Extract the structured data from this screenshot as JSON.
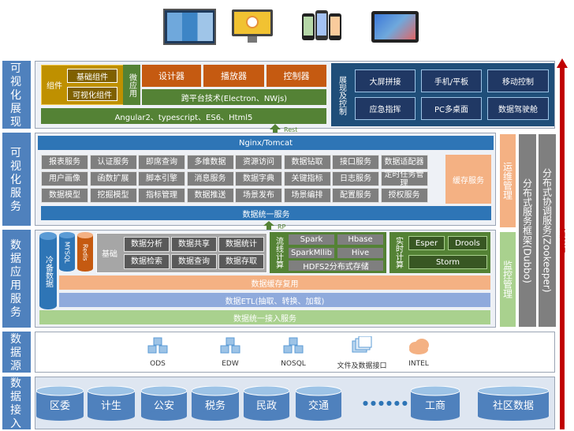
{
  "layers": {
    "visualization": "可视化展现",
    "vis_service": "可视化服务",
    "data_app": "数据应用服务",
    "data_source": "数据源",
    "data_access": "数据接入"
  },
  "top_devices": [
    "video-wall-image",
    "dashboard-monitor-image",
    "mobile-phones-image",
    "tablet-image"
  ],
  "vis": {
    "component": "组件",
    "basic_component": "基础组件",
    "vis_component": "可视化组件",
    "micro_app": "微应用",
    "designer": "设计器",
    "player": "播放器",
    "controller": "控制器",
    "cross_platform": "跨平台技术(Electron、NWjs)",
    "frameworks": "Angular2、typescript、ES6、Html5",
    "display_control": "展现及控制",
    "big_screen": "大屏拼接",
    "phone_tablet": "手机/平板",
    "mobile_control": "移动控制",
    "emergency": "应急指挥",
    "pc_multi": "PC多桌面",
    "cockpit": "数据驾驶舱",
    "rest": "Rest"
  },
  "service": {
    "nginx": "Nginx/Tomcat",
    "grid": [
      [
        "报表服务",
        "认证服务",
        "即席查询",
        "多维数据",
        "资源访问",
        "数据钻取",
        "接口服务",
        "数据适配器"
      ],
      [
        "用户画像",
        "函数扩展",
        "脚本引擎",
        "消息服务",
        "数据字典",
        "关键指标",
        "日志服务",
        "定时任务管理"
      ],
      [
        "数据模型",
        "挖掘模型",
        "指标管理",
        "数据推送",
        "场景发布",
        "场景编排",
        "配置服务",
        "授权服务"
      ]
    ],
    "cache": "缓存服务",
    "unified": "数据统一服务",
    "rp": "RP"
  },
  "app": {
    "cold": "冷备数据",
    "mysql": "MYSQL",
    "redis": "Redis",
    "basic": "基础",
    "basic_items": [
      "数据分析",
      "数据共享",
      "数据统计",
      "数据检索",
      "数据查询",
      "数据存取"
    ],
    "stream": "流线计算",
    "spark": "Spark",
    "hbase": "Hbase",
    "sparkmllib": "SparkMllib",
    "hive": "Hive",
    "hdfs": "HDFS2分布式存储",
    "realtime": "实时计算",
    "esper": "Esper",
    "drools": "Drools",
    "storm": "Storm",
    "cache_reuse": "数据缓存复用",
    "etl": "数据ETL(抽取、转换、加载)",
    "unified_access": "数据统一接入服务"
  },
  "side": {
    "ops": "运维管理",
    "monitor": "监控管理",
    "dubbo": "分布式服务框架(Dubbo)",
    "zookeeper": "分布式协调服务(Zookeeper)",
    "flow": "数据流向"
  },
  "sources": [
    {
      "label": "ODS",
      "icon": "ods-database-icon"
    },
    {
      "label": "EDW",
      "icon": "edw-database-icon"
    },
    {
      "label": "NOSQL",
      "icon": "nosql-database-icon"
    },
    {
      "label": "文件及数据接口",
      "icon": "file-interface-icon"
    },
    {
      "label": "INTEL",
      "icon": "cloud-icon"
    }
  ],
  "access": [
    "区委",
    "计生",
    "公安",
    "税务",
    "民政",
    "交通",
    "●●●●●●",
    "工商",
    "社区数据"
  ],
  "colors": {
    "layer_blue": "#4f81bd",
    "dark_blue": "#1f4e79",
    "green": "#548235",
    "orange": "#c55a11",
    "peach": "#f4b183",
    "gray": "#7f7f7f"
  }
}
